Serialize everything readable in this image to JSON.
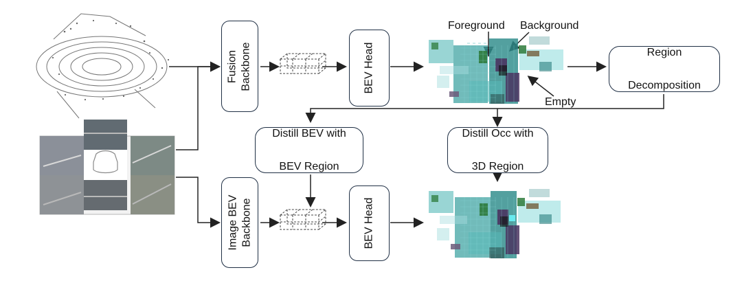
{
  "labels": {
    "fusion_backbone_line1": "Fusion",
    "fusion_backbone_line2": "Backbone",
    "bev_head_top": "BEV Head",
    "foreground": "Foreground",
    "background": "Background",
    "empty": "Empty",
    "region_decomposition_line1": "Region",
    "region_decomposition_line2": "Decomposition",
    "distill_bev_line1": "Distill BEV with",
    "distill_bev_line2": "BEV Region",
    "distill_occ_line1": "Distill Occ with",
    "distill_occ_line2": "3D Region",
    "image_bev_backbone_line1": "Image BEV",
    "image_bev_backbone_line2": "Backbone",
    "bev_head_bottom": "BEV Head"
  },
  "colors": {
    "stroke": "#1f2f44",
    "arrow": "#222222",
    "teal": "#2c8e8d",
    "teal_light": "#6fd0d0",
    "green": "#2f7a3f",
    "purple": "#4c2f5f",
    "gray": "#7a7a7a"
  },
  "icons": {
    "lidar": "lidar-point-cloud-icon",
    "camera": "multi-camera-image-icon",
    "feature": "bev-feature-volume-icon",
    "occupancy": "occupancy-map-icon"
  }
}
